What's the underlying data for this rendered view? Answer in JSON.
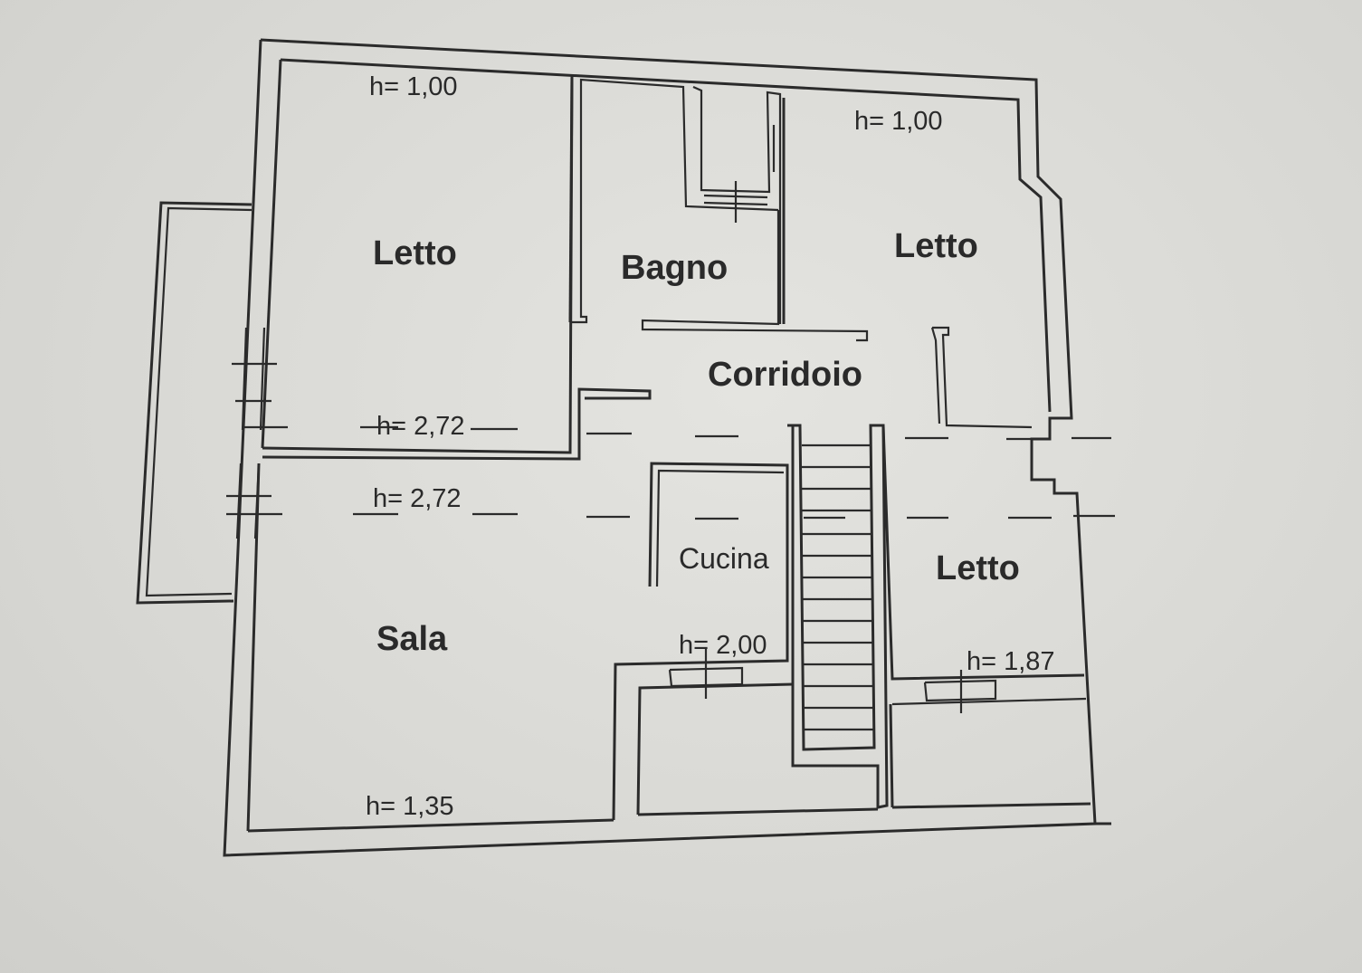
{
  "rooms": {
    "letto_top_left": "Letto",
    "bagno": "Bagno",
    "letto_top_right": "Letto",
    "corridoio": "Corridoio",
    "cucina": "Cucina",
    "letto_bottom_right": "Letto",
    "sala": "Sala"
  },
  "heights": {
    "top_left": "h= 1,00",
    "top_right": "h= 1,00",
    "mid_left_upper": "h= 2,72",
    "mid_left_lower": "h= 2,72",
    "cucina": "h= 2,00",
    "bottom_right": "h= 1,87",
    "bottom_left": "h= 1,35"
  },
  "colors": {
    "paper": "#d9d9d5",
    "ink": "#2b2b2b"
  }
}
